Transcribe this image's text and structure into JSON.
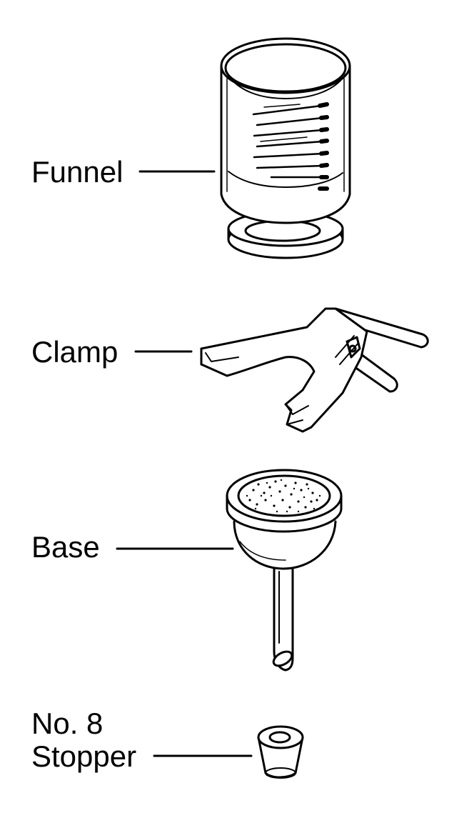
{
  "parts": {
    "funnel": {
      "label": "Funnel"
    },
    "clamp": {
      "label": "Clamp"
    },
    "base": {
      "label": "Base"
    },
    "stopper": {
      "label_line1": "No. 8",
      "label_line2": "Stopper"
    }
  },
  "colors": {
    "ink": "#000000",
    "paper": "#ffffff"
  }
}
